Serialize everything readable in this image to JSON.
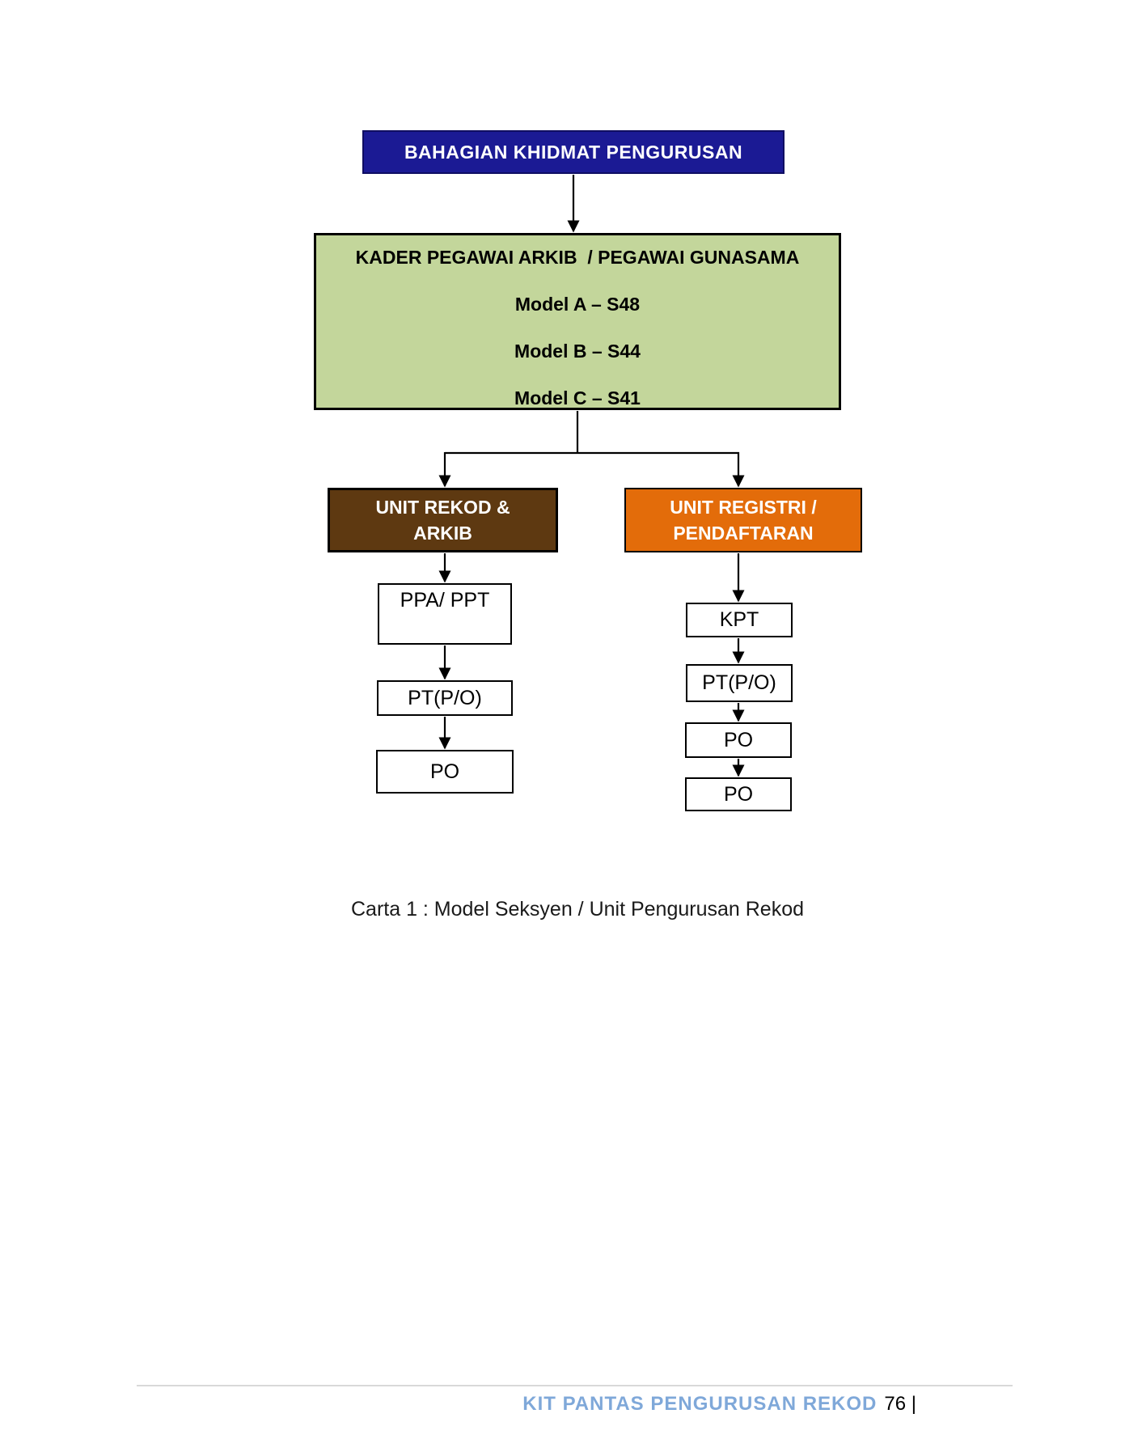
{
  "colors": {
    "root-bg": "#1b1a94",
    "root-fg": "#ffffff",
    "kader-bg": "#c3d69b",
    "rekod-bg": "#5e3911",
    "registri-bg": "#e36c0a",
    "unit-fg": "#ffffff",
    "connector": "#000000",
    "footer-accent": "#7fa8d9",
    "footer-rule": "#d9d9d9"
  },
  "org_chart": {
    "root": {
      "label": "BAHAGIAN KHIDMAT PENGURUSAN"
    },
    "kader": {
      "title": "KADER PEGAWAI ARKIB  / PEGAWAI GUNASAMA",
      "models": [
        "Model A – S48",
        "Model B – S44",
        "Model C – S41"
      ]
    },
    "unit_rekod": {
      "line1": "UNIT REKOD &",
      "line2": "ARKIB"
    },
    "unit_registri": {
      "line1": "UNIT REGISTRI /",
      "line2": "PENDAFTARAN"
    },
    "rekod_chain": [
      "PPA/ PPT",
      "PT(P/O)",
      "PO"
    ],
    "registri_chain": [
      "KPT",
      "PT(P/O)",
      "PO",
      "PO"
    ]
  },
  "caption": "Carta 1 : Model Seksyen / Unit Pengurusan Rekod",
  "footer": {
    "book_title": "KIT PANTAS PENGURUSAN REKOD",
    "page_number": "76 |"
  }
}
